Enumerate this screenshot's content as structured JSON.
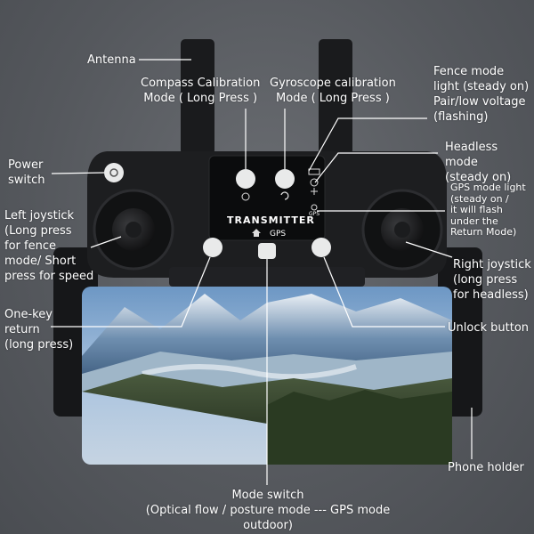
{
  "labels": {
    "antenna": "Antenna",
    "compass": "Compass Calibration\nMode ( Long Press )",
    "gyro": "Gyroscope calibration\nMode ( Long Press )",
    "fence": "Fence mode\nlight (steady on)\nPair/low voltage\n(flashing)",
    "headless": "Headless mode\n(steady on)",
    "gps": "GPS mode light\n(steady on /\nit will flash\nunder the\nReturn Mode)",
    "power": "Power\nswitch",
    "left_joystick": "Left joystick\n(Long press\nfor fence\nmode/ Short\npress for speed",
    "right_joystick": "Right joystick\n(long press\nfor headless)",
    "one_key_return": "One-key\nreturn\n(long press)",
    "unlock": "Unlock button",
    "phone_holder": "Phone holder",
    "mode_switch": "Mode switch\n(Optical flow / posture mode --- GPS mode outdoor)"
  },
  "device": {
    "brand": "TRANSMITTER",
    "gps_text": "GPS",
    "indicator_label": "GPS"
  },
  "colors": {
    "background": "#55585d",
    "body": "#1d1e20",
    "screen": "#0b0c0d",
    "button": "#e9eaea",
    "sky": "#8fb3d6"
  }
}
